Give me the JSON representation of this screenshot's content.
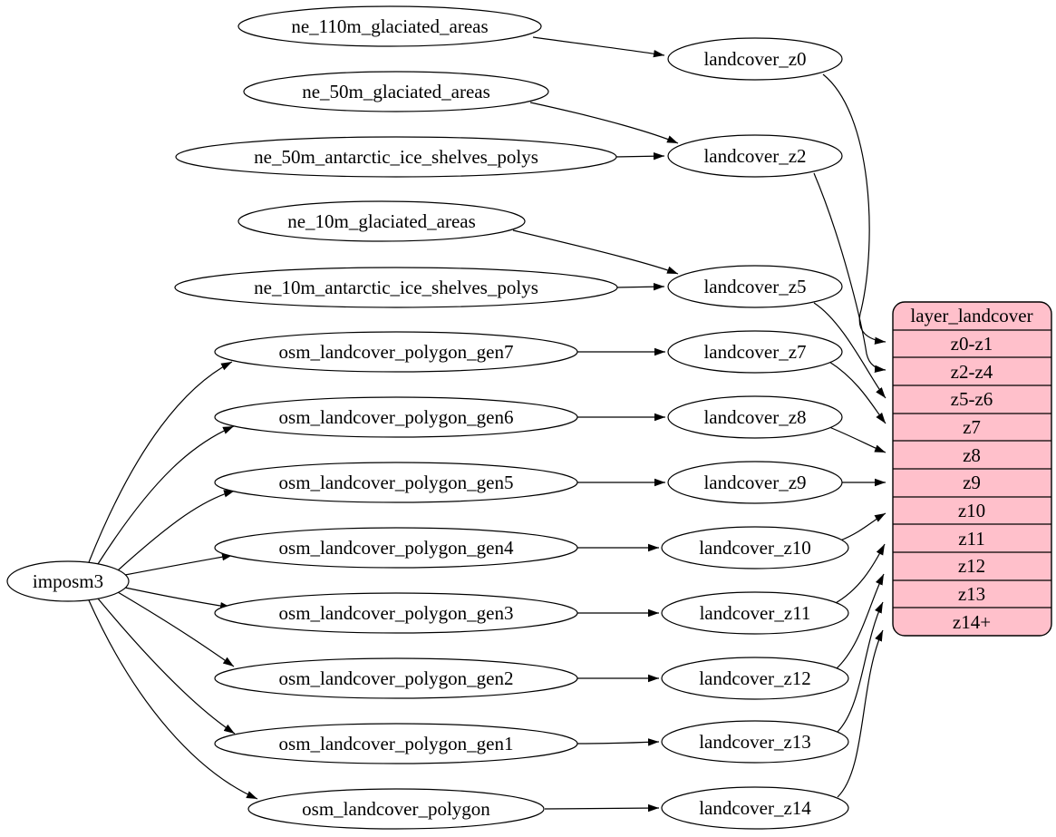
{
  "colors": {
    "background": "#ffffff",
    "node_fill": "#ffffff",
    "node_stroke": "#000000",
    "edge_color": "#000000",
    "table_fill": "#ffc0cb"
  },
  "nodes": {
    "imposm3": "imposm3",
    "ne_110m_glaciated_areas": "ne_110m_glaciated_areas",
    "ne_50m_glaciated_areas": "ne_50m_glaciated_areas",
    "ne_50m_antarctic_ice_shelves_polys": "ne_50m_antarctic_ice_shelves_polys",
    "ne_10m_glaciated_areas": "ne_10m_glaciated_areas",
    "ne_10m_antarctic_ice_shelves_polys": "ne_10m_antarctic_ice_shelves_polys",
    "osm_landcover_polygon_gen7": "osm_landcover_polygon_gen7",
    "osm_landcover_polygon_gen6": "osm_landcover_polygon_gen6",
    "osm_landcover_polygon_gen5": "osm_landcover_polygon_gen5",
    "osm_landcover_polygon_gen4": "osm_landcover_polygon_gen4",
    "osm_landcover_polygon_gen3": "osm_landcover_polygon_gen3",
    "osm_landcover_polygon_gen2": "osm_landcover_polygon_gen2",
    "osm_landcover_polygon_gen1": "osm_landcover_polygon_gen1",
    "osm_landcover_polygon": "osm_landcover_polygon",
    "landcover_z0": "landcover_z0",
    "landcover_z2": "landcover_z2",
    "landcover_z5": "landcover_z5",
    "landcover_z7": "landcover_z7",
    "landcover_z8": "landcover_z8",
    "landcover_z9": "landcover_z9",
    "landcover_z10": "landcover_z10",
    "landcover_z11": "landcover_z11",
    "landcover_z12": "landcover_z12",
    "landcover_z13": "landcover_z13",
    "landcover_z14": "landcover_z14"
  },
  "table": {
    "title": "layer_landcover",
    "rows": [
      "z0-z1",
      "z2-z4",
      "z5-z6",
      "z7",
      "z8",
      "z9",
      "z10",
      "z11",
      "z12",
      "z13",
      "z14+"
    ]
  },
  "edges": [
    {
      "from": "imposm3",
      "to": "osm_landcover_polygon_gen7"
    },
    {
      "from": "imposm3",
      "to": "osm_landcover_polygon_gen6"
    },
    {
      "from": "imposm3",
      "to": "osm_landcover_polygon_gen5"
    },
    {
      "from": "imposm3",
      "to": "osm_landcover_polygon_gen4"
    },
    {
      "from": "imposm3",
      "to": "osm_landcover_polygon_gen3"
    },
    {
      "from": "imposm3",
      "to": "osm_landcover_polygon_gen2"
    },
    {
      "from": "imposm3",
      "to": "osm_landcover_polygon_gen1"
    },
    {
      "from": "imposm3",
      "to": "osm_landcover_polygon"
    },
    {
      "from": "ne_110m_glaciated_areas",
      "to": "landcover_z0"
    },
    {
      "from": "ne_50m_glaciated_areas",
      "to": "landcover_z2"
    },
    {
      "from": "ne_50m_antarctic_ice_shelves_polys",
      "to": "landcover_z2"
    },
    {
      "from": "ne_10m_glaciated_areas",
      "to": "landcover_z5"
    },
    {
      "from": "ne_10m_antarctic_ice_shelves_polys",
      "to": "landcover_z5"
    },
    {
      "from": "osm_landcover_polygon_gen7",
      "to": "landcover_z7"
    },
    {
      "from": "osm_landcover_polygon_gen6",
      "to": "landcover_z8"
    },
    {
      "from": "osm_landcover_polygon_gen5",
      "to": "landcover_z9"
    },
    {
      "from": "osm_landcover_polygon_gen4",
      "to": "landcover_z10"
    },
    {
      "from": "osm_landcover_polygon_gen3",
      "to": "landcover_z11"
    },
    {
      "from": "osm_landcover_polygon_gen2",
      "to": "landcover_z12"
    },
    {
      "from": "osm_landcover_polygon_gen1",
      "to": "landcover_z13"
    },
    {
      "from": "osm_landcover_polygon",
      "to": "landcover_z14"
    },
    {
      "from": "landcover_z0",
      "to": "layer_landcover:z0-z1"
    },
    {
      "from": "landcover_z2",
      "to": "layer_landcover:z2-z4"
    },
    {
      "from": "landcover_z5",
      "to": "layer_landcover:z5-z6"
    },
    {
      "from": "landcover_z7",
      "to": "layer_landcover:z7"
    },
    {
      "from": "landcover_z8",
      "to": "layer_landcover:z8"
    },
    {
      "from": "landcover_z9",
      "to": "layer_landcover:z9"
    },
    {
      "from": "landcover_z10",
      "to": "layer_landcover:z10"
    },
    {
      "from": "landcover_z11",
      "to": "layer_landcover:z11"
    },
    {
      "from": "landcover_z12",
      "to": "layer_landcover:z12"
    },
    {
      "from": "landcover_z13",
      "to": "layer_landcover:z13"
    },
    {
      "from": "landcover_z14",
      "to": "layer_landcover:z14+"
    }
  ]
}
